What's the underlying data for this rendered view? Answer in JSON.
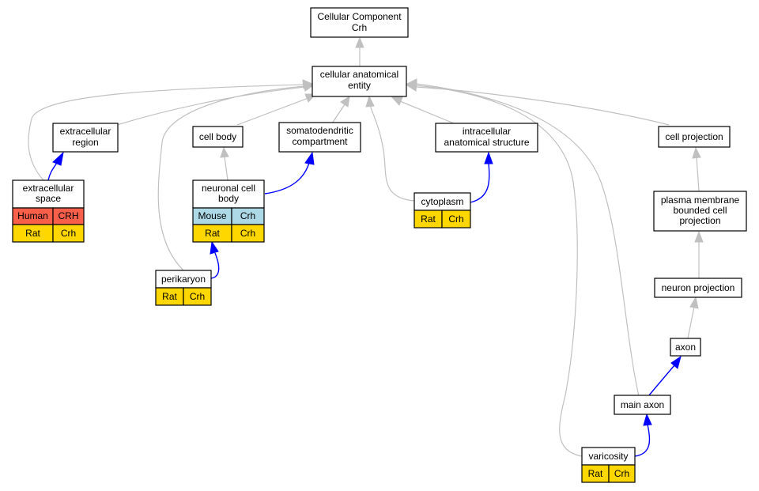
{
  "colors": {
    "rat": "#ffd700",
    "mouse": "#add8e6",
    "human": "#fa5f4a",
    "edge_gray": "#c0c0c0",
    "edge_blue": "#0000ff"
  },
  "nodes": {
    "cellular_component": {
      "lines": [
        "Cellular Component",
        "Crh"
      ]
    },
    "cellular_anatomical_entity": {
      "lines": [
        "cellular anatomical",
        "entity"
      ]
    },
    "extracellular_region": {
      "lines": [
        "extracellular",
        "region"
      ]
    },
    "cell_body": {
      "lines": [
        "cell body"
      ]
    },
    "somatodendritic_compartment": {
      "lines": [
        "somatodendritic",
        "compartment"
      ]
    },
    "intracellular_anatomical_structure": {
      "lines": [
        "intracellular",
        "anatomical structure"
      ]
    },
    "cell_projection": {
      "lines": [
        "cell projection"
      ]
    },
    "extracellular_space": {
      "lines": [
        "extracellular",
        "space"
      ],
      "annotations": [
        [
          "Human",
          "CRH"
        ],
        [
          "Rat",
          "Crh"
        ]
      ]
    },
    "neuronal_cell_body": {
      "lines": [
        "neuronal cell",
        "body"
      ],
      "annotations": [
        [
          "Mouse",
          "Crh"
        ],
        [
          "Rat",
          "Crh"
        ]
      ]
    },
    "cytoplasm": {
      "lines": [
        "cytoplasm"
      ],
      "annotations": [
        [
          "Rat",
          "Crh"
        ]
      ]
    },
    "plasma_membrane_bounded_cell_projection": {
      "lines": [
        "plasma membrane",
        "bounded cell",
        "projection"
      ]
    },
    "perikaryon": {
      "lines": [
        "perikaryon"
      ],
      "annotations": [
        [
          "Rat",
          "Crh"
        ]
      ]
    },
    "neuron_projection": {
      "lines": [
        "neuron projection"
      ]
    },
    "axon": {
      "lines": [
        "axon"
      ]
    },
    "main_axon": {
      "lines": [
        "main axon"
      ]
    },
    "varicosity": {
      "lines": [
        "varicosity"
      ],
      "annotations": [
        [
          "Rat",
          "Crh"
        ]
      ]
    }
  }
}
